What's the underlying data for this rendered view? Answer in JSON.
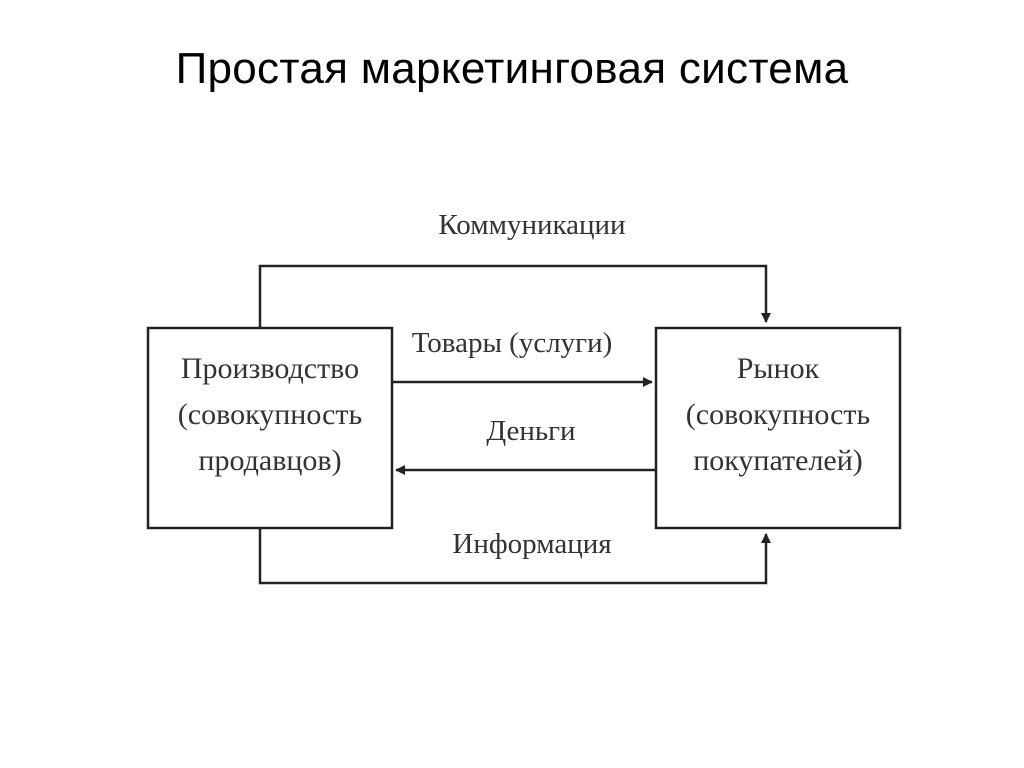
{
  "slide": {
    "title": "Простая маркетинговая система"
  },
  "diagram": {
    "producer": {
      "lines": [
        "Производство",
        "(совокупность",
        "продавцов)"
      ]
    },
    "market": {
      "lines": [
        "Рынок",
        "(совокупность",
        "покупателей)"
      ]
    },
    "flows": {
      "communications": "Коммуникации",
      "goods": "Товары (услуги)",
      "money": "Деньги",
      "information": "Информация"
    },
    "colors": {
      "line": "#222222",
      "text": "#333333"
    }
  }
}
